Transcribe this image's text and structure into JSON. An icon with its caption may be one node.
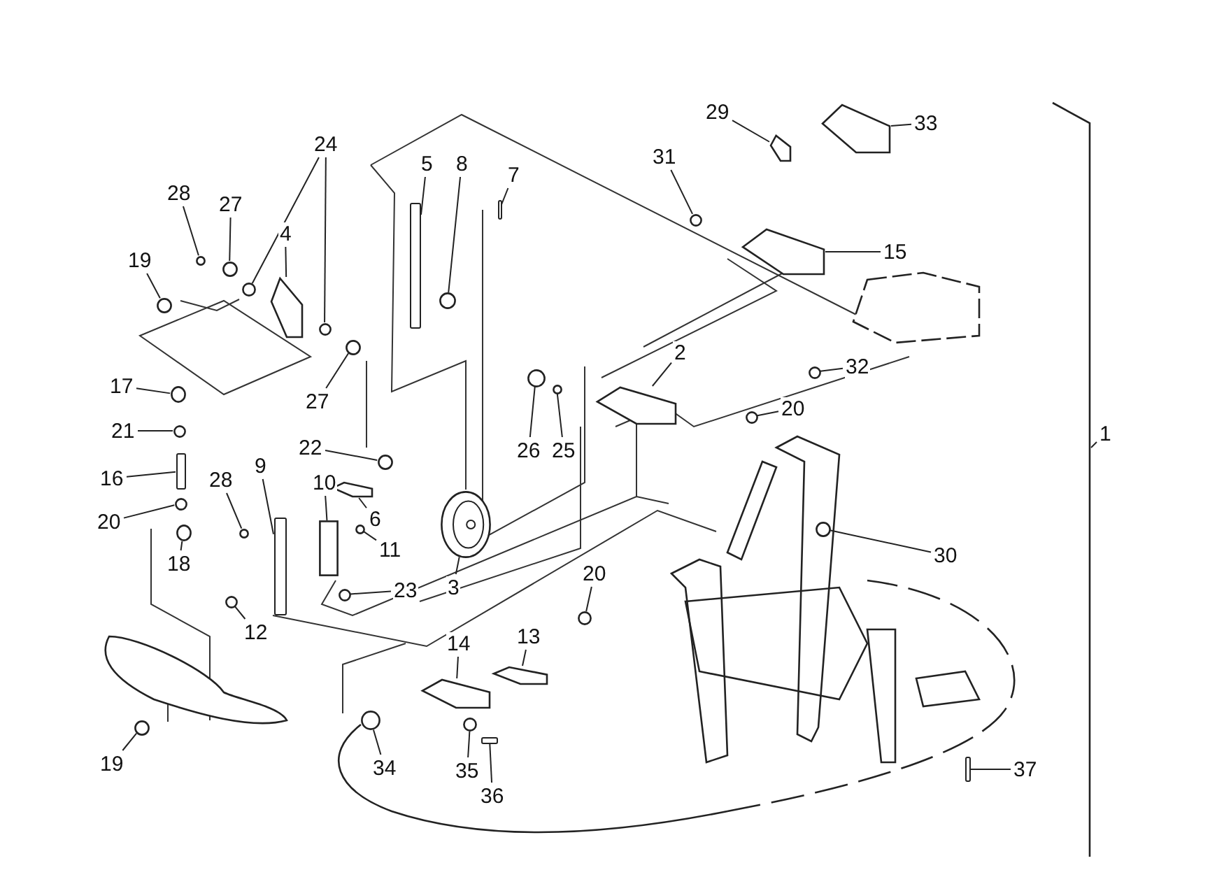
{
  "diagram": {
    "nodes": [
      {
        "text": [
          "29"
        ]
      },
      {
        "text": [
          "33"
        ]
      },
      {
        "text": [
          "31"
        ]
      },
      {
        "text": [
          "24"
        ]
      },
      {
        "text": [
          "5"
        ]
      },
      {
        "text": [
          "8"
        ]
      },
      {
        "text": [
          "7"
        ]
      },
      {
        "text": [
          "28"
        ]
      },
      {
        "text": [
          "27"
        ]
      },
      {
        "text": [
          "4"
        ]
      },
      {
        "text": [
          "15"
        ]
      },
      {
        "text": [
          "19"
        ]
      },
      {
        "text": [
          "27"
        ]
      },
      {
        "text": [
          "2"
        ]
      },
      {
        "text": [
          "32"
        ]
      },
      {
        "text": [
          "17"
        ]
      },
      {
        "text": [
          "20"
        ]
      },
      {
        "text": [
          "21"
        ]
      },
      {
        "text": [
          "22"
        ]
      },
      {
        "text": [
          "26"
        ]
      },
      {
        "text": [
          "25"
        ]
      },
      {
        "text": [
          "16"
        ]
      },
      {
        "text": [
          "28"
        ]
      },
      {
        "text": [
          "9"
        ]
      },
      {
        "text": [
          "10"
        ]
      },
      {
        "text": [
          "6"
        ]
      },
      {
        "text": [
          "20"
        ]
      },
      {
        "text": [
          "11"
        ]
      },
      {
        "text": [
          "3"
        ]
      },
      {
        "text": [
          "18"
        ]
      },
      {
        "text": [
          "30"
        ]
      },
      {
        "text": [
          "23"
        ]
      },
      {
        "text": [
          "12"
        ]
      },
      {
        "text": [
          "13"
        ]
      },
      {
        "text": [
          "20"
        ]
      },
      {
        "text": [
          "14"
        ]
      },
      {
        "text": [
          "1"
        ]
      },
      {
        "text": [
          "19"
        ]
      },
      {
        "text": [
          "34"
        ]
      },
      {
        "text": [
          "35"
        ]
      },
      {
        "text": [
          "36"
        ]
      },
      {
        "text": [
          "37"
        ]
      },
      {
        "text": [],
        "shape": "picture"
      },
      {
        "text": [],
        "shape": "picture"
      },
      {
        "text": [],
        "shape": "circle"
      },
      {
        "text": [],
        "shape": "circle"
      },
      {
        "text": [],
        "shape": "circle"
      },
      {
        "text": [],
        "shape": "bar"
      },
      {
        "text": [],
        "shape": "circle"
      },
      {
        "text": [],
        "shape": "bar"
      },
      {
        "text": [],
        "shape": "circle"
      },
      {
        "text": [],
        "shape": "circle"
      },
      {
        "text": [],
        "shape": "picture"
      },
      {
        "text": [],
        "shape": "picture"
      },
      {
        "text": [],
        "shape": "circle"
      },
      {
        "text": [],
        "shape": "circle"
      },
      {
        "text": [],
        "shape": "picture"
      },
      {
        "text": [],
        "shape": "circle"
      },
      {
        "text": [],
        "shape": "circle"
      },
      {
        "text": [],
        "shape": "circle"
      },
      {
        "text": [],
        "shape": "circle"
      },
      {
        "text": [],
        "shape": "circle"
      },
      {
        "text": [],
        "shape": "circle"
      },
      {
        "text": [],
        "shape": "circle"
      },
      {
        "text": [],
        "shape": "bar"
      },
      {
        "text": [],
        "shape": "circle"
      },
      {
        "text": [],
        "shape": "bar"
      },
      {
        "text": [],
        "shape": "box"
      },
      {
        "text": [],
        "shape": "picture"
      },
      {
        "text": [],
        "shape": "circle"
      },
      {
        "text": [],
        "shape": "circle"
      },
      {
        "text": [],
        "shape": "circle"
      },
      {
        "text": [],
        "shape": "circle"
      },
      {
        "text": [],
        "shape": "circle"
      },
      {
        "text": [],
        "shape": "circle"
      },
      {
        "text": [],
        "shape": "circle"
      },
      {
        "text": [],
        "shape": "picture"
      },
      {
        "text": [],
        "shape": "circle"
      },
      {
        "text": [],
        "shape": "picture"
      },
      {
        "text": [],
        "shape": "bracket"
      },
      {
        "text": [],
        "shape": "circle"
      },
      {
        "text": [],
        "shape": "circle"
      },
      {
        "text": [],
        "shape": "circle"
      },
      {
        "text": [],
        "shape": "bar"
      },
      {
        "text": [],
        "shape": "bar"
      }
    ],
    "edges": [
      {
        "from": 0,
        "to": 42,
        "arrow": "none"
      },
      {
        "from": 1,
        "to": 43,
        "arrow": "none"
      },
      {
        "from": 2,
        "to": 44,
        "arrow": "none"
      },
      {
        "from": 3,
        "to": 45,
        "arrow": "none"
      },
      {
        "from": 3,
        "to": 46,
        "arrow": "none"
      },
      {
        "from": 4,
        "to": 47,
        "arrow": "none"
      },
      {
        "from": 5,
        "to": 48,
        "arrow": "none"
      },
      {
        "from": 6,
        "to": 49,
        "arrow": "none"
      },
      {
        "from": 7,
        "to": 50,
        "arrow": "none"
      },
      {
        "from": 8,
        "to": 51,
        "arrow": "none"
      },
      {
        "from": 9,
        "to": 52,
        "arrow": "none"
      },
      {
        "from": 10,
        "to": 53,
        "arrow": "none"
      },
      {
        "from": 11,
        "to": 54,
        "arrow": "none"
      },
      {
        "from": 12,
        "to": 55,
        "arrow": "none"
      },
      {
        "from": 13,
        "to": 56,
        "arrow": "none"
      },
      {
        "from": 14,
        "to": 57,
        "arrow": "none"
      },
      {
        "from": 15,
        "to": 58,
        "arrow": "none"
      },
      {
        "from": 16,
        "to": 59,
        "arrow": "none"
      },
      {
        "from": 17,
        "to": 60,
        "arrow": "none"
      },
      {
        "from": 18,
        "to": 61,
        "arrow": "none"
      },
      {
        "from": 19,
        "to": 62,
        "arrow": "none"
      },
      {
        "from": 20,
        "to": 63,
        "arrow": "none"
      },
      {
        "from": 21,
        "to": 64,
        "arrow": "none"
      },
      {
        "from": 22,
        "to": 65,
        "arrow": "none"
      },
      {
        "from": 23,
        "to": 66,
        "arrow": "none"
      },
      {
        "from": 24,
        "to": 67,
        "arrow": "none"
      },
      {
        "from": 25,
        "to": 68,
        "arrow": "none"
      },
      {
        "from": 26,
        "to": 69,
        "arrow": "none"
      },
      {
        "from": 27,
        "to": 70,
        "arrow": "none"
      },
      {
        "from": 28,
        "to": 71,
        "arrow": "none"
      },
      {
        "from": 29,
        "to": 72,
        "arrow": "none"
      },
      {
        "from": 30,
        "to": 73,
        "arrow": "none"
      },
      {
        "from": 31,
        "to": 74,
        "arrow": "none"
      },
      {
        "from": 32,
        "to": 75,
        "arrow": "none"
      },
      {
        "from": 33,
        "to": 76,
        "arrow": "none"
      },
      {
        "from": 34,
        "to": 77,
        "arrow": "none"
      },
      {
        "from": 35,
        "to": 78,
        "arrow": "none"
      },
      {
        "from": 36,
        "to": 79,
        "arrow": "none"
      },
      {
        "from": 37,
        "to": 80,
        "arrow": "none"
      },
      {
        "from": 38,
        "to": 81,
        "arrow": "none"
      },
      {
        "from": 39,
        "to": 82,
        "arrow": "none"
      },
      {
        "from": 40,
        "to": 83,
        "arrow": "none"
      },
      {
        "from": 41,
        "to": 84,
        "arrow": "none"
      }
    ]
  }
}
